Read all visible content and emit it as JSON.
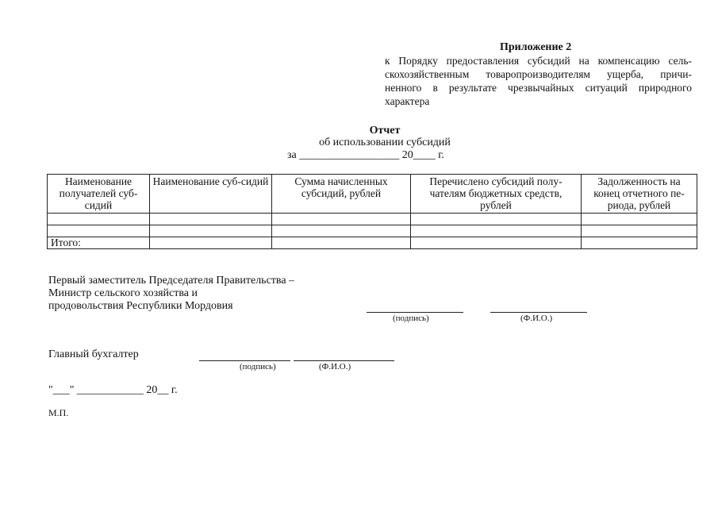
{
  "appendix": {
    "title": "Приложение 2",
    "lines": [
      "к Порядку предоставления субсидий на компенсацию сель-",
      "скохозяйственным товаропроизводителям ущерба, причи-",
      "ненного в результате чрезвычайных ситуаций природного",
      "характера"
    ]
  },
  "report": {
    "title": "Отчет",
    "subtitle": "об использовании субсидий",
    "period": "за __________________ 20____ г."
  },
  "table": {
    "headers": [
      "Наименование получателей суб-сидий",
      "Наименование суб-сидий",
      "Сумма начисленных субсидий, рублей",
      "Перечислено субсидий полу-чателям бюджетных средств, рублей",
      "Задолженность на конец отчетного пе-риода, рублей"
    ],
    "total_label": "Итого:"
  },
  "signatures": {
    "deputy_title": [
      "Первый заместитель Председателя Правительства –",
      "Министр сельского хозяйства и",
      "продовольствия Республики Мордовия"
    ],
    "deputy_sign_caption": "(подпись)",
    "deputy_name_caption": "(Ф.И.О.)",
    "chief_title": "Главный бухгалтер",
    "chief_sign_caption": "(подпись)",
    "chief_name_caption": "(Ф.И.О.)",
    "date": "\"___\" ____________ 20__ г.",
    "stamp": "М.П."
  }
}
